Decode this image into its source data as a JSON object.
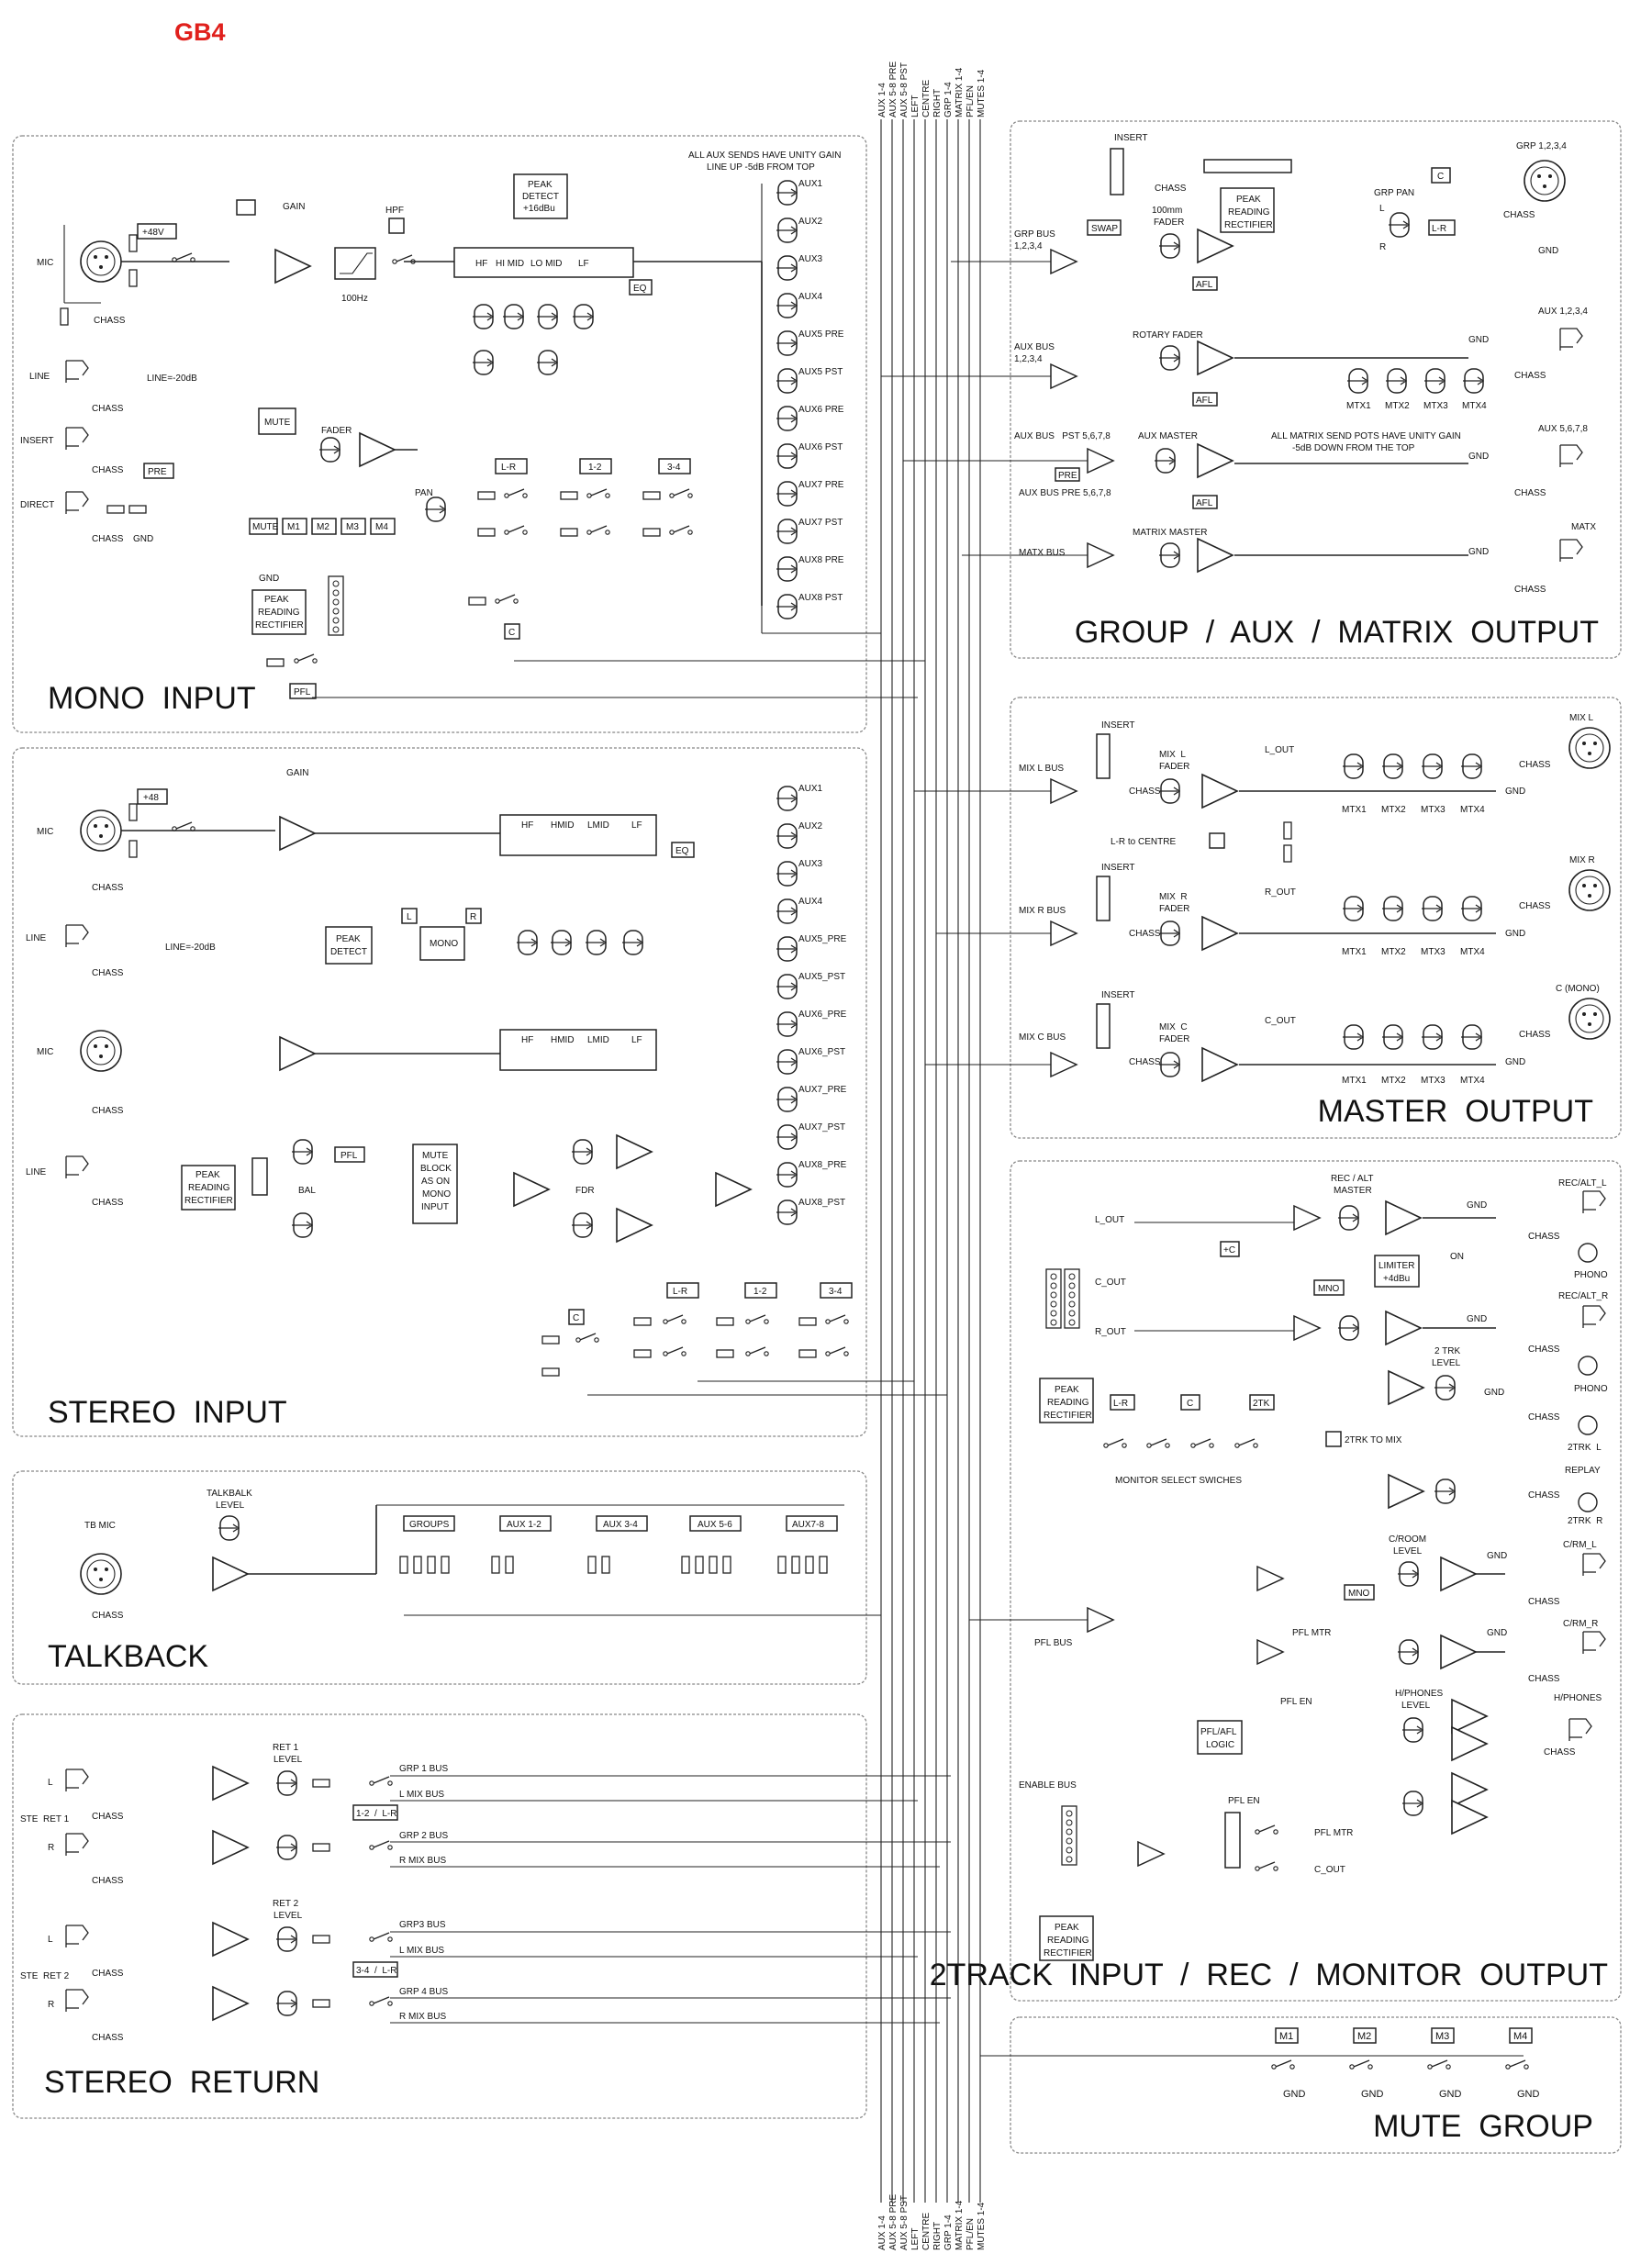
{
  "title": "GB4",
  "colors": {
    "title": "#e0201c",
    "ink": "#222222",
    "panel": "#888888"
  },
  "sections": {
    "mono_input": "MONO  INPUT",
    "stereo_input": "STEREO  INPUT",
    "talkback": "TALKBACK",
    "stereo_return": "STEREO  RETURN",
    "group_aux_matrix": "GROUP  /  AUX  /  MATRIX  OUTPUT",
    "master_output": "MASTER  OUTPUT",
    "two_track": "2TRACK  INPUT  /  REC  /  MONITOR  OUTPUT",
    "mute_group": "MUTE  GROUP"
  },
  "buses": [
    "AUX 1-4",
    "AUX 5-8 PRE",
    "AUX 5-8 PST",
    "LEFT",
    "CENTRE",
    "RIGHT",
    "GRP 1-4",
    "MATRIX 1-4",
    "PFL/EN",
    "MUTES 1-4"
  ],
  "notes": {
    "aux_sends": "ALL AUX SENDS HAVE UNITY GAIN",
    "aux_lineup": "LINE UP -5dB FROM TOP",
    "matrix_pots": "ALL MATRIX SEND POTS HAVE UNITY GAIN",
    "matrix_down": "-5dB DOWN FROM THE TOP"
  },
  "mono": {
    "mic": "MIC",
    "line": "LINE",
    "insert": "INSERT",
    "direct": "DIRECT",
    "chass": "CHASS",
    "gnd": "GND",
    "phantom": "+48V",
    "line_pad": "LINE=-20dB",
    "gain": "GAIN",
    "hpf": "HPF",
    "hz": "100Hz",
    "peak": "PEAK",
    "detect": "DETECT",
    "peak_level": "+16dBu",
    "eq_bands": [
      "HF",
      "HI MID",
      "LO MID",
      "LF"
    ],
    "eq": "EQ",
    "mute": "MUTE",
    "fader": "FADER",
    "pre": "PRE",
    "pan": "PAN",
    "mutes": [
      "MUTE",
      "M1",
      "M2",
      "M3",
      "M4"
    ],
    "rect_1": "PEAK",
    "rect_2": "READING",
    "rect_3": "RECTIFIER",
    "routes": [
      "L-R",
      "1-2",
      "3-4"
    ],
    "c": "C",
    "pfl": "PFL",
    "aux_taps": [
      "AUX1",
      "AUX2",
      "AUX3",
      "AUX4",
      "AUX5 PRE",
      "AUX5 PST",
      "AUX6 PRE",
      "AUX6 PST",
      "AUX7 PRE",
      "AUX7 PST",
      "AUX8 PRE",
      "AUX8 PST"
    ]
  },
  "stereo": {
    "mic": "MIC",
    "line": "LINE",
    "chass": "CHASS",
    "phantom": "+48",
    "gain": "GAIN",
    "line_pad": "LINE=-20dB",
    "peak_1": "PEAK",
    "peak_2": "DETECT",
    "l": "L",
    "r": "R",
    "mono": "MONO",
    "eq_bands": [
      "HF",
      "HMID",
      "LMID",
      "LF"
    ],
    "eq": "EQ",
    "bal": "BAL",
    "pfl": "PFL",
    "mute_block": [
      "MUTE",
      "BLOCK",
      "AS ON",
      "MONO",
      "INPUT"
    ],
    "fdr": "FDR",
    "rect_1": "PEAK",
    "rect_2": "READING",
    "rect_3": "RECTIFIER",
    "routes": [
      "L-R",
      "1-2",
      "3-4"
    ],
    "c": "C",
    "aux_taps": [
      "AUX1",
      "AUX2",
      "AUX3",
      "AUX4",
      "AUX5_PRE",
      "AUX5_PST",
      "AUX6_PRE",
      "AUX6_PST",
      "AUX7_PRE",
      "AUX7_PST",
      "AUX8_PRE",
      "AUX8_PST"
    ]
  },
  "talkback": {
    "mic": "TB MIC",
    "chass": "CHASS",
    "level_1": "TALKBALK",
    "level_2": "LEVEL",
    "dests": [
      "GROUPS",
      "AUX  1-2",
      "AUX  3-4",
      "AUX  5-6",
      "AUX7-8"
    ]
  },
  "returns": {
    "ret1": "STE  RET 1",
    "ret2": "STE  RET 2",
    "l": "L",
    "r": "R",
    "chass": "CHASS",
    "ret1_level": [
      "RET 1",
      "LEVEL"
    ],
    "ret2_level": [
      "RET 2",
      "LEVEL"
    ],
    "buses_1": [
      "GRP 1 BUS",
      "L MIX BUS",
      "GRP 2 BUS",
      "R MIX BUS"
    ],
    "sw_1": "1-2  /  L-R",
    "buses_2": [
      "GRP3 BUS",
      "L MIX BUS",
      "GRP 4 BUS",
      "R MIX BUS"
    ],
    "sw_2": "3-4  /  L-R"
  },
  "group_out": {
    "insert": "INSERT",
    "chass": "CHASS",
    "fader_100": [
      "100mm",
      "FADER"
    ],
    "swap": "SWAP",
    "grp_bus": [
      "GRP BUS",
      "1,2,3,4"
    ],
    "rect": [
      "PEAK",
      "READING",
      "RECTIFIER"
    ],
    "grp_pan": "GRP PAN",
    "grp_jack": "GRP 1,2,3,4",
    "c": "C",
    "l": "L",
    "r": "R",
    "lr": "L-R",
    "gnd": "GND",
    "afl": "AFL",
    "aux_bus": [
      "AUX BUS",
      "1,2,3,4"
    ],
    "rotary": "ROTARY FADER",
    "aux_jack": "AUX 1,2,3,4",
    "mtx": [
      "MTX1",
      "MTX2",
      "MTX3",
      "MTX4"
    ],
    "aux_bus_pst": "AUX BUS   PST 5,6,7,8",
    "aux_master": "AUX MASTER",
    "pre": "PRE",
    "aux_bus_pre": "AUX BUS PRE  5,6,7,8",
    "aux_jack_2": "AUX 5,6,7,8",
    "matx_bus": "MATX BUS",
    "matrix_master": "MATRIX MASTER",
    "matx": "MATX"
  },
  "master": {
    "insert": "INSERT",
    "chass": "CHASS",
    "gnd": "GND",
    "mix_l_bus": "MIX L BUS",
    "mix_l_fader": [
      "MIX  L",
      "FADER"
    ],
    "l_out": "L_OUT",
    "mix_l": "MIX L",
    "lr_centre": "L-R to CENTRE",
    "mix_r_bus": "MIX R BUS",
    "mix_r_fader": [
      "MIX  R",
      "FADER"
    ],
    "r_out": "R_OUT",
    "mix_r": "MIX R",
    "mix_c_bus": "MIX C BUS",
    "mix_c_fader": [
      "MIX  C",
      "FADER"
    ],
    "c_out": "C_OUT",
    "c_mono": "C (MONO)",
    "mtx": [
      "MTX1",
      "MTX2",
      "MTX3",
      "MTX4"
    ]
  },
  "twotrack": {
    "l_out": "L_OUT",
    "c_out": "C_OUT",
    "r_out": "R_OUT",
    "rec_alt": [
      "REC / ALT",
      "MASTER"
    ],
    "plus_c": "+C",
    "mno": "MNO",
    "limiter": [
      "LIMITER",
      "+4dBu"
    ],
    "on": "ON",
    "rec_l": "REC/ALT_L",
    "rec_r": "REC/ALT_R",
    "chass": "CHASS",
    "gnd": "GND",
    "phono": "PHONO",
    "trk_level": [
      "2 TRK",
      "LEVEL"
    ],
    "trk_l": "2TRK  L",
    "trk_r": "2TRK  R",
    "replay": "REPLAY",
    "rect": [
      "PEAK",
      "READING",
      "RECTIFIER"
    ],
    "sel": [
      "L-R",
      "C",
      "2TK"
    ],
    "trk_mix": "2TRK TO MIX",
    "monitor_select": "MONITOR SELECT SWICHES",
    "croom": [
      "C/ROOM",
      "LEVEL"
    ],
    "crm_l": "C/RM_L",
    "crm_r": "C/RM_R",
    "pfl_bus": "PFL BUS",
    "pfl_mtr": "PFL MTR",
    "pfl_en": "PFL EN",
    "pfl_afl": [
      "PFL/AFL",
      "LOGIC"
    ],
    "hphones": [
      "H/PHONES",
      "LEVEL"
    ],
    "hphones_jack": "H/PHONES",
    "enable_bus": "ENABLE BUS",
    "pfl_en2": "PFL EN",
    "pfl_mtr2": "PFL MTR",
    "c_out2": "C_OUT"
  },
  "mute_group": {
    "labels": [
      "M1",
      "M2",
      "M3",
      "M4"
    ],
    "gnd": "GND"
  }
}
